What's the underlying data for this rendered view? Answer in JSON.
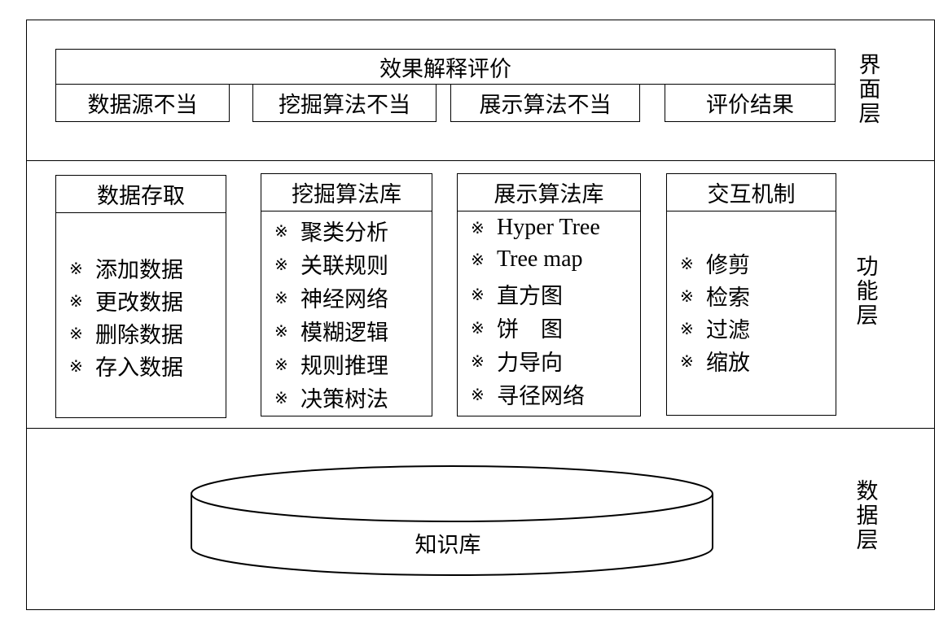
{
  "layers": {
    "interface": {
      "label": [
        "界",
        "面",
        "层"
      ],
      "top_box": "效果解释评价",
      "sub_boxes": [
        "数据源不当",
        "挖掘算法不当",
        "展示算法不当",
        "评价结果"
      ]
    },
    "function": {
      "label": [
        "功",
        "能",
        "层"
      ],
      "columns": [
        {
          "title": "数据存取",
          "items": [
            "添加数据",
            "更改数据",
            "删除数据",
            "存入数据"
          ]
        },
        {
          "title": "挖掘算法库",
          "items": [
            "聚类分析",
            "关联规则",
            "神经网络",
            "模糊逻辑",
            "规则推理",
            "决策树法"
          ]
        },
        {
          "title": "展示算法库",
          "items": [
            "Hyper Tree",
            "Tree map",
            "直方图",
            "饼　图",
            "力导向",
            "寻径网络"
          ]
        },
        {
          "title": "交互机制",
          "items": [
            "修剪",
            "检索",
            "过滤",
            "缩放"
          ]
        }
      ],
      "bullet": "※"
    },
    "data": {
      "label": [
        "数",
        "据",
        "层"
      ],
      "database": "知识库"
    }
  }
}
